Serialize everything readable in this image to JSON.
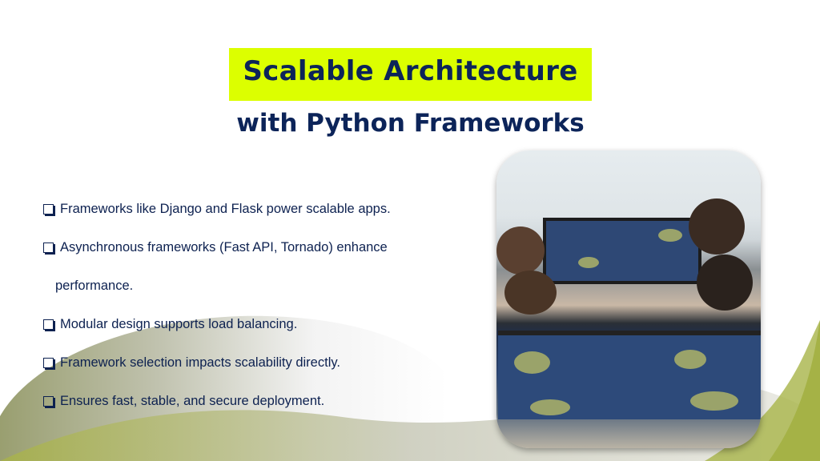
{
  "slide": {
    "title_line1": "Scalable Architecture",
    "title_line2": "with Python Frameworks",
    "bullets": [
      "Frameworks like Django and Flask power scalable apps.",
      "Asynchronous frameworks (Fast API, Tornado) enhance",
      "performance.",
      "Modular design supports load balancing.",
      "Framework selection impacts scalability directly.",
      "Ensures fast, stable, and secure deployment."
    ],
    "colors": {
      "title_highlight": "#dcff00",
      "title_text": "#0c2459",
      "accent_green": "#9aab3c"
    }
  }
}
